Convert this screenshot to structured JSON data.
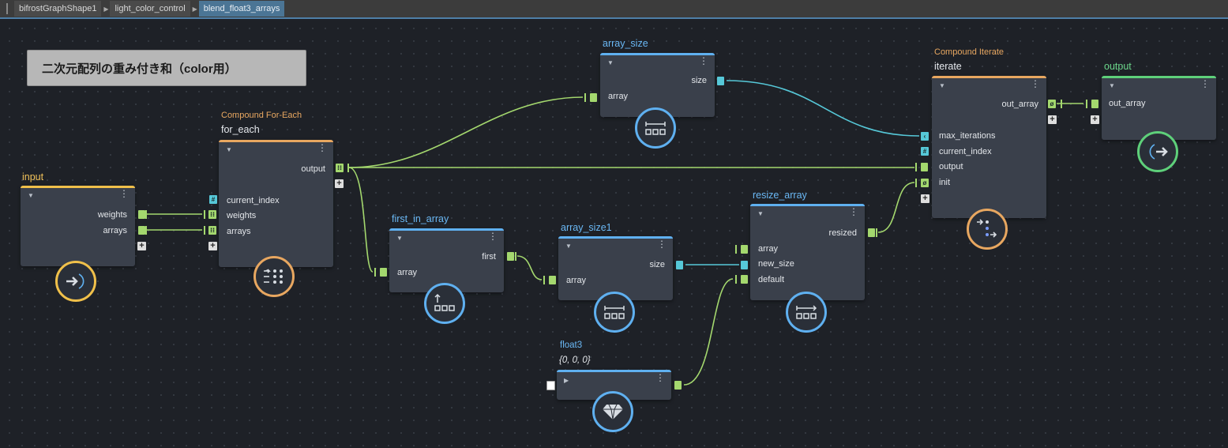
{
  "breadcrumb": {
    "items": [
      {
        "label": "bifrostGraphShape1"
      },
      {
        "label": "light_color_control"
      },
      {
        "label": "blend_float3_arrays"
      }
    ]
  },
  "comment": {
    "text": "二次元配列の重み付き和（color用）"
  },
  "nodes": {
    "input": {
      "name": "input",
      "ports": {
        "weights": "weights",
        "arrays": "arrays"
      }
    },
    "for_each": {
      "type": "Compound For-Each",
      "name": "for_each",
      "ports": {
        "output": "output",
        "current_index": "current_index",
        "weights": "weights",
        "arrays": "arrays"
      }
    },
    "array_size": {
      "name": "array_size",
      "ports": {
        "size": "size",
        "array": "array"
      }
    },
    "first_in_array": {
      "name": "first_in_array",
      "ports": {
        "first": "first",
        "array": "array"
      }
    },
    "array_size1": {
      "name": "array_size1",
      "ports": {
        "size": "size",
        "array": "array"
      }
    },
    "resize_array": {
      "name": "resize_array",
      "ports": {
        "resized": "resized",
        "array": "array",
        "new_size": "new_size",
        "default": "default"
      }
    },
    "float3": {
      "name": "float3",
      "value": "{0, 0, 0}"
    },
    "iterate": {
      "type": "Compound Iterate",
      "name": "iterate",
      "ports": {
        "out_array": "out_array",
        "max_iterations": "max_iterations",
        "current_index": "current_index",
        "output": "output",
        "init": "init"
      }
    },
    "output": {
      "name": "output",
      "ports": {
        "out_array": "out_array"
      }
    }
  },
  "colors": {
    "background": "#1e2127",
    "node_body": "#3a404b",
    "input_bar": "#f0c04a",
    "compound_bar": "#e8a760",
    "function_bar": "#5fb0f0",
    "output_bar": "#5ed07a",
    "wire_green": "#a4d86e",
    "wire_cyan": "#56c8d8",
    "input_name": "#f2c35a",
    "function_name": "#6ab8f5",
    "output_name": "#6bd68a"
  },
  "icons": {
    "input": "arrow-right-in-icon",
    "for_each": "for-each-grid-icon",
    "array_size": "array-size-icon",
    "first_in_array": "first-in-array-icon",
    "array_size1": "array-size-icon",
    "resize_array": "resize-array-icon",
    "float3": "diamond-icon",
    "iterate": "iterate-icon",
    "output": "arrow-right-out-icon"
  }
}
